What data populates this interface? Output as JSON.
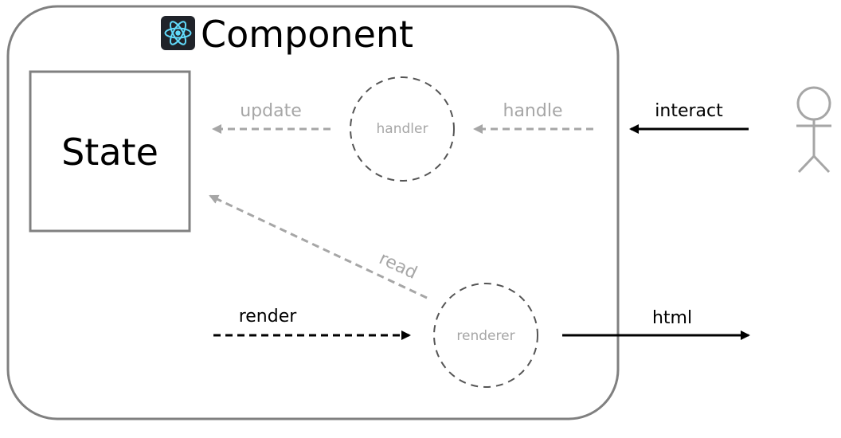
{
  "diagram": {
    "component": {
      "title": "Component",
      "logo_icon": "react-atom-icon",
      "logo_bg_color": "#20232a",
      "logo_fg_color": "#61dafb"
    },
    "state": {
      "label": "State"
    },
    "nodes": {
      "handler": "handler",
      "renderer": "renderer"
    },
    "edges": {
      "update": "update",
      "handle": "handle",
      "interact": "interact",
      "read": "read",
      "render": "render",
      "html": "html"
    },
    "actor": {
      "icon": "user-stick-figure-icon"
    },
    "colors": {
      "border": "#808080",
      "muted": "#a6a6a6",
      "dashed_node": "#555555",
      "solid": "#000000"
    }
  }
}
